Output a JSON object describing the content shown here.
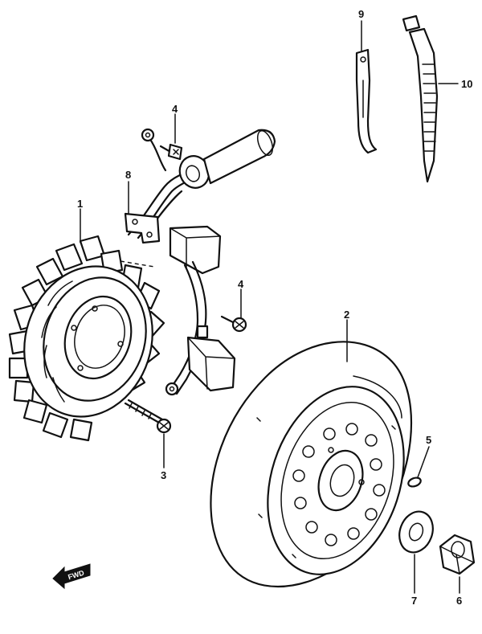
{
  "diagram": {
    "callouts": [
      {
        "id": "c1",
        "label": "1"
      },
      {
        "id": "c2",
        "label": "2"
      },
      {
        "id": "c3",
        "label": "3"
      },
      {
        "id": "c4a",
        "label": "4"
      },
      {
        "id": "c4b",
        "label": "4"
      },
      {
        "id": "c5",
        "label": "5"
      },
      {
        "id": "c6",
        "label": "6"
      },
      {
        "id": "c7",
        "label": "7"
      },
      {
        "id": "c8",
        "label": "8"
      },
      {
        "id": "c9",
        "label": "9"
      },
      {
        "id": "c10",
        "label": "10"
      }
    ],
    "fwd_label": "FWD"
  }
}
